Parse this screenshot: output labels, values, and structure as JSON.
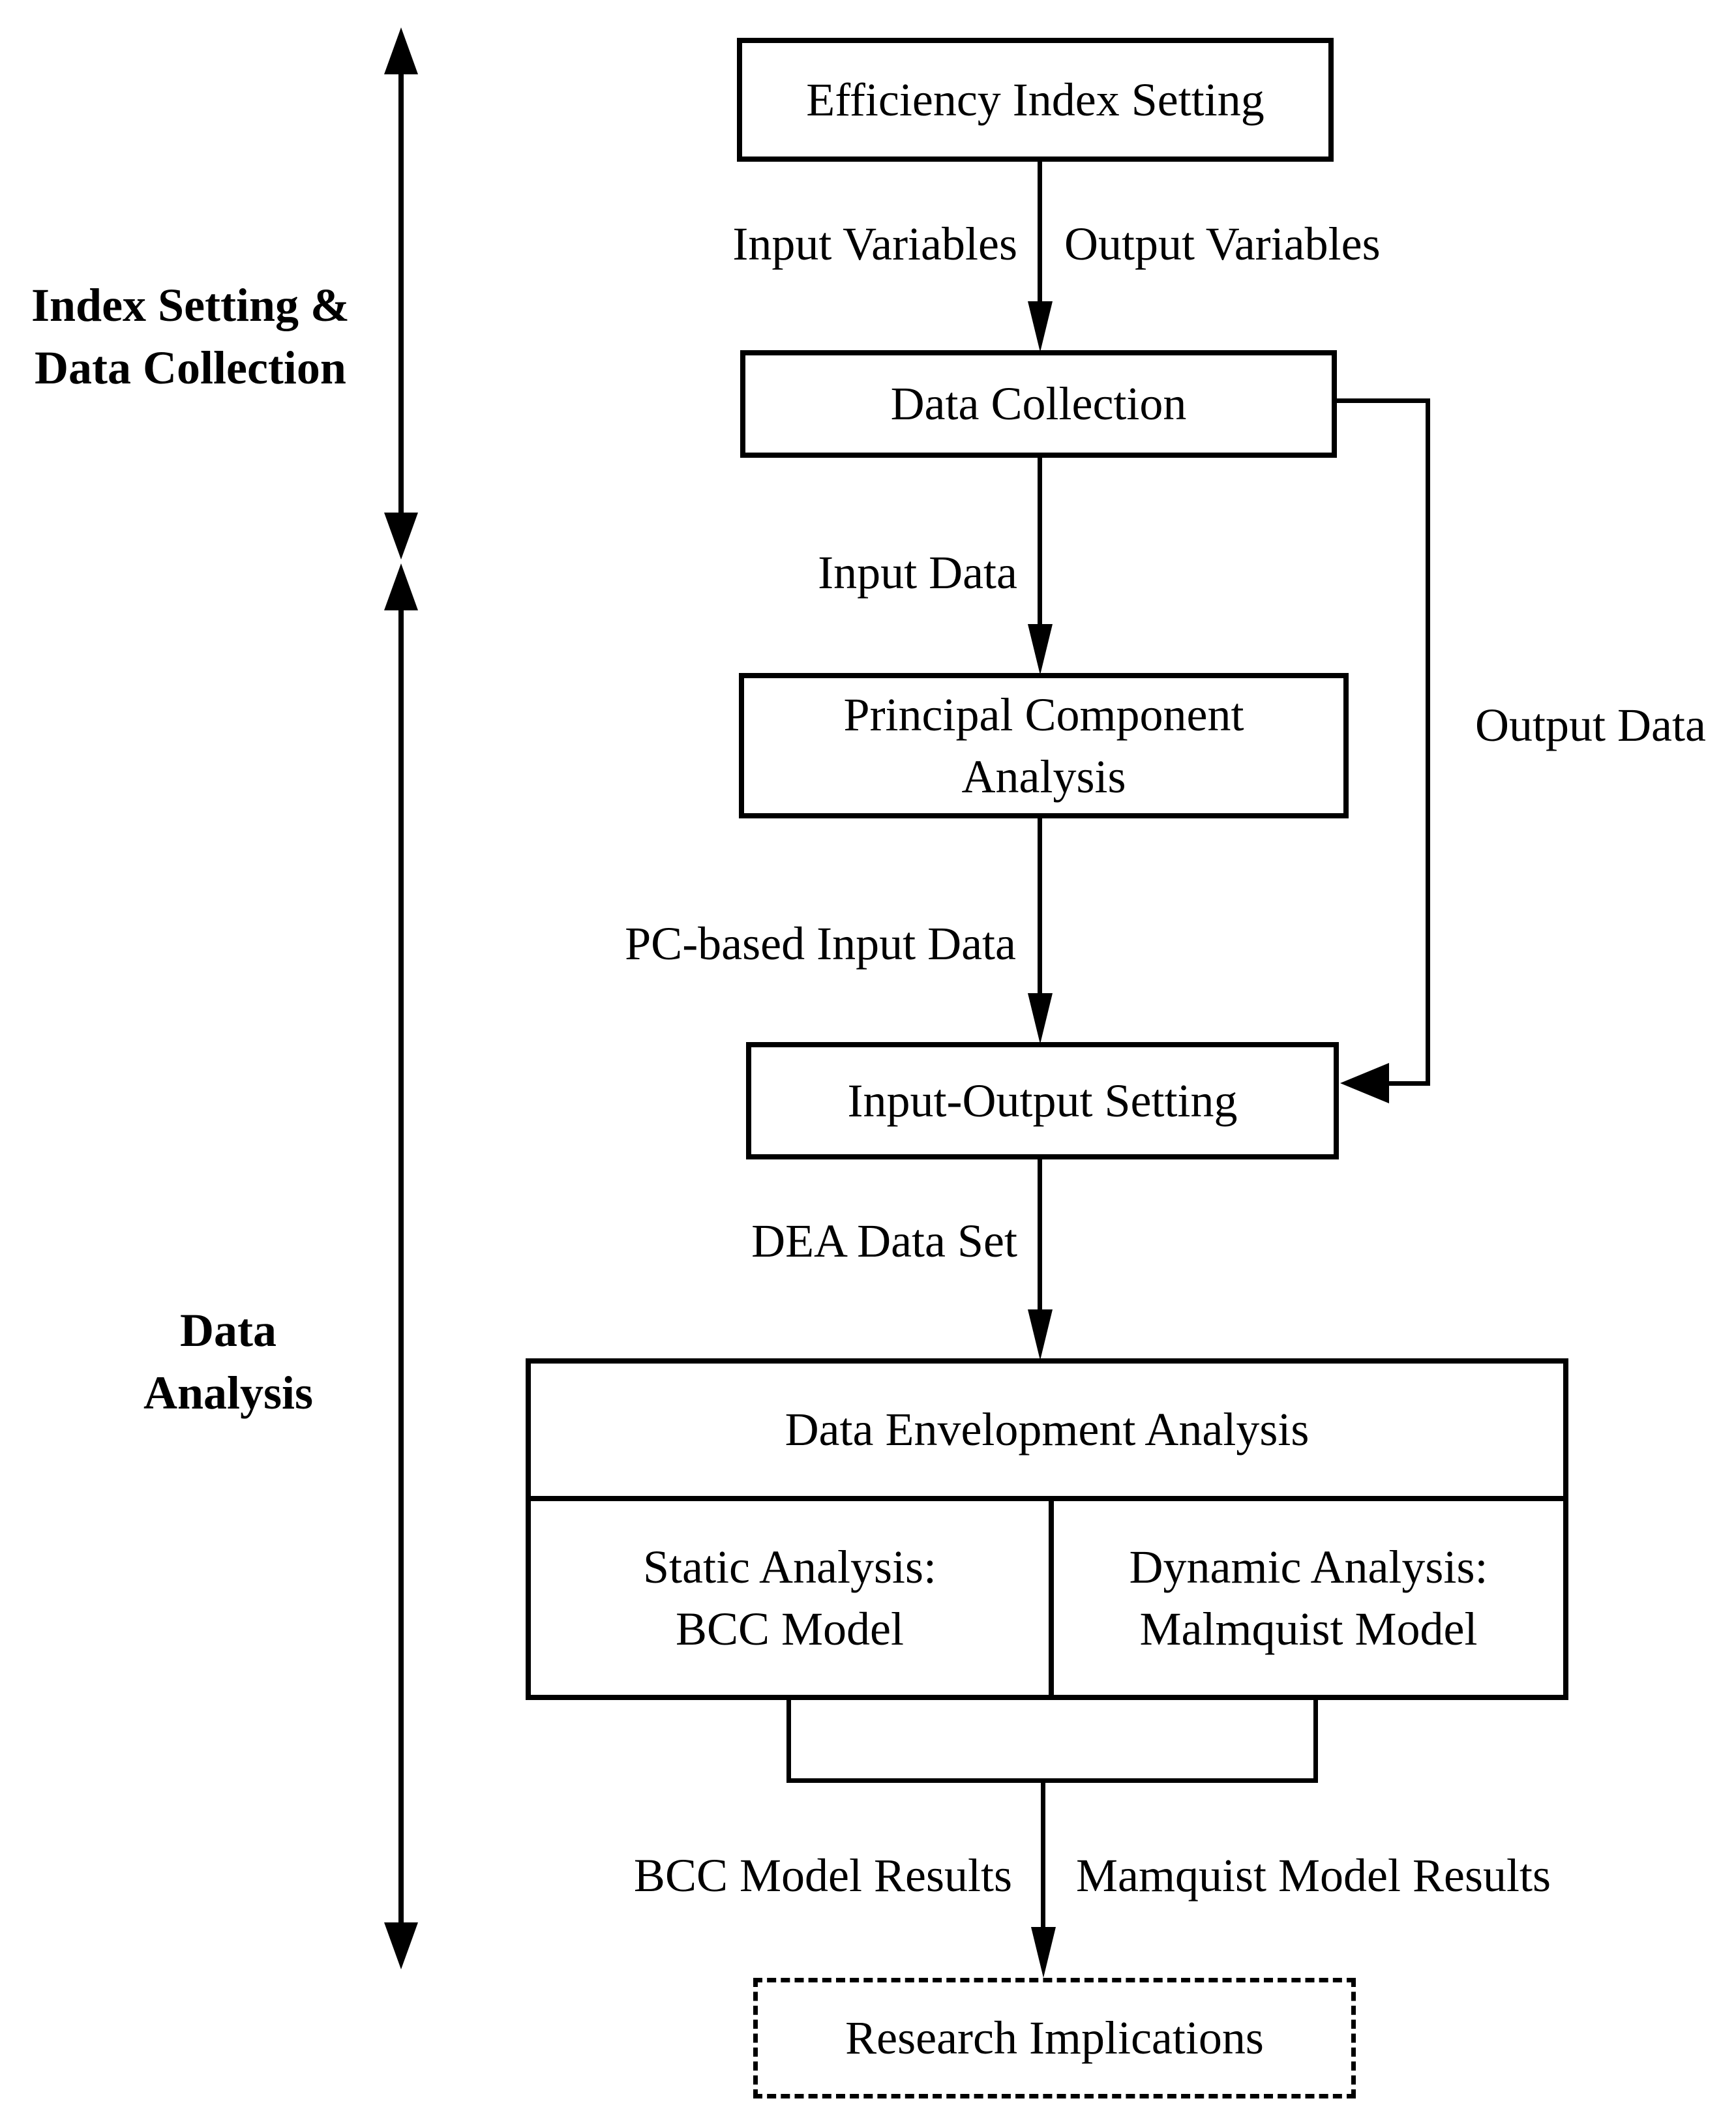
{
  "figure": {
    "background_color": "#ffffff",
    "line_color": "#000000",
    "type": "flowchart"
  },
  "side": {
    "phase1_line1": "Index Setting &",
    "phase1_line2": "Data Collection",
    "phase2_line1": "Data",
    "phase2_line2": "Analysis"
  },
  "flow": {
    "box_efficiency": "Efficiency Index Setting",
    "edge_input_variables": "Input Variables",
    "edge_output_variables": "Output Variables",
    "box_data_collection": "Data Collection",
    "edge_input_data": "Input Data",
    "box_pca_line1": "Principal Component",
    "box_pca_line2": "Analysis",
    "edge_pc_based": "PC-based Input Data",
    "box_io_setting": "Input-Output Setting",
    "edge_dea_data_set": "DEA Data Set",
    "edge_output_data": "Output Data",
    "dea_header": "Data Envelopment Analysis",
    "dea_static_line1": "Static Analysis:",
    "dea_static_line2": "BCC Model",
    "dea_dynamic_line1": "Dynamic Analysis:",
    "dea_dynamic_line2": "Malmquist Model",
    "edge_bcc_results": "BCC Model Results",
    "edge_mamquist_results": "Mamquist Model Results",
    "box_research": "Research Implications"
  }
}
